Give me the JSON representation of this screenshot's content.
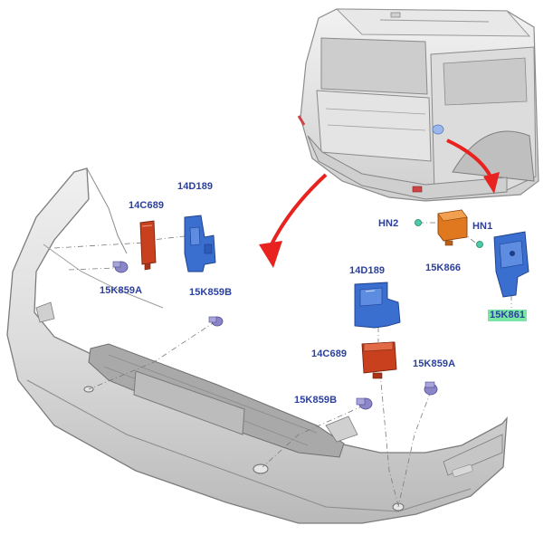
{
  "callouts": {
    "c14C689_left": "14C689",
    "c14D189_left": "14D189",
    "c15K859A_left": "15K859A",
    "c15K859B_left": "15K859B",
    "cHN2": "HN2",
    "cHN1": "HN1",
    "c15K866": "15K866",
    "c15K861": "15K861",
    "c14D189_center": "14D189",
    "c14C689_center": "14C689",
    "c15K859A_right": "15K859A",
    "c15K859B_center": "15K859B"
  },
  "colors": {
    "callout_text": "#2a3f9e",
    "highlight": "#79e6a4",
    "arrow": "#e8231f",
    "bracket_blue": "#3a6fd0",
    "module_red": "#c8401e",
    "module_orange": "#e0781f",
    "sensor_purple": "#8a86c8"
  }
}
